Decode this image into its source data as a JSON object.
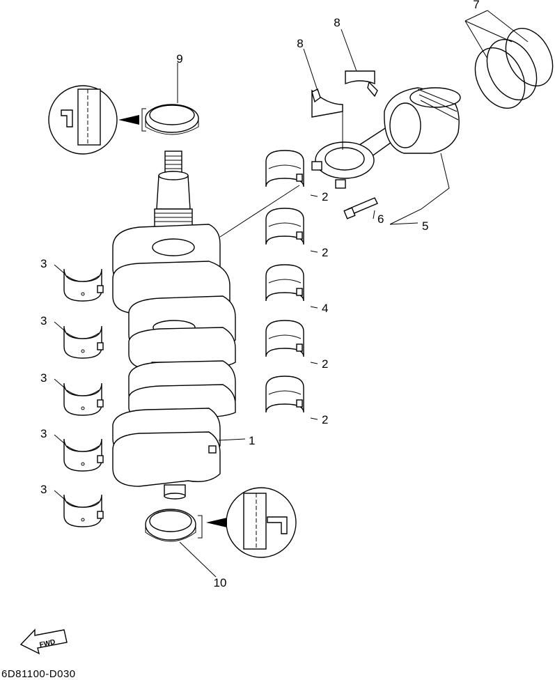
{
  "diagram": {
    "part_code": "6D81100-D030",
    "fwd_label": "FWD",
    "callouts": {
      "crankshaft": "1",
      "bearing_a": "2",
      "bearing_b": "2",
      "bearing_c": "2",
      "bearing_d": "2",
      "main_bearing_1": "3",
      "main_bearing_2": "3",
      "main_bearing_3": "3",
      "main_bearing_4": "3",
      "main_bearing_5": "3",
      "thrust_bearing": "4",
      "piston_rod": "5",
      "bolt": "6",
      "rings": "7",
      "rod_bearing_a": "8",
      "rod_bearing_b": "8",
      "seal_top": "9",
      "seal_bottom": "10"
    }
  }
}
